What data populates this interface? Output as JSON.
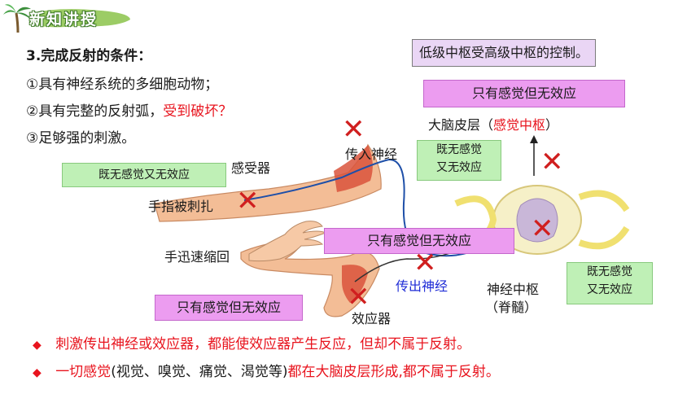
{
  "header": {
    "title": "新知讲授",
    "icon": "palm-tree-icon"
  },
  "conditions": {
    "title": "3.完成反射的条件：",
    "item1": "①具有神经系统的多细胞动物；",
    "item2_prefix": "②具有完整的反射弧，",
    "item2_highlight": "受到破坏？",
    "item3": "③足够强的刺激。"
  },
  "note_top_right": "低级中枢受高级中枢的控制。",
  "boxes": {
    "brain_only_sense": "只有感觉但无效应",
    "middle_only_sense": "只有感觉但无效应",
    "bottom_only_sense": "只有感觉但无效应",
    "receptor_none": "既无感觉又无效应",
    "afferent_none_line1": "既无感觉",
    "afferent_none_line2": "又无效应",
    "center_none_line1": "既无感觉",
    "center_none_line2": "又无效应"
  },
  "labels": {
    "cortex_prefix": "大脑皮层（",
    "cortex_highlight": "感觉中枢",
    "cortex_suffix": "）",
    "afferent": "传入神经",
    "receptor": "感受器",
    "finger_prick": "手指被刺扎",
    "hand_withdraw": "手迅速缩回",
    "efferent": "传出神经",
    "center_line1": "神经中枢",
    "center_line2": "（脊髓）",
    "effector": "效应器"
  },
  "footer": {
    "line1": "刺激传出神经或效应器，都能使效应器产生反应，但却不属于反射。",
    "line2_prefix": "一切感觉",
    "line2_paren": "(视觉、嗅觉、痛觉、渴觉等)",
    "line2_suffix": "都在大脑皮层形成,都不属于反射。"
  },
  "colors": {
    "accent_red": "#e8141e",
    "accent_blue": "#1e2bd6",
    "green_box": "#bff0b6",
    "pink_box": "#ec9cf0"
  }
}
